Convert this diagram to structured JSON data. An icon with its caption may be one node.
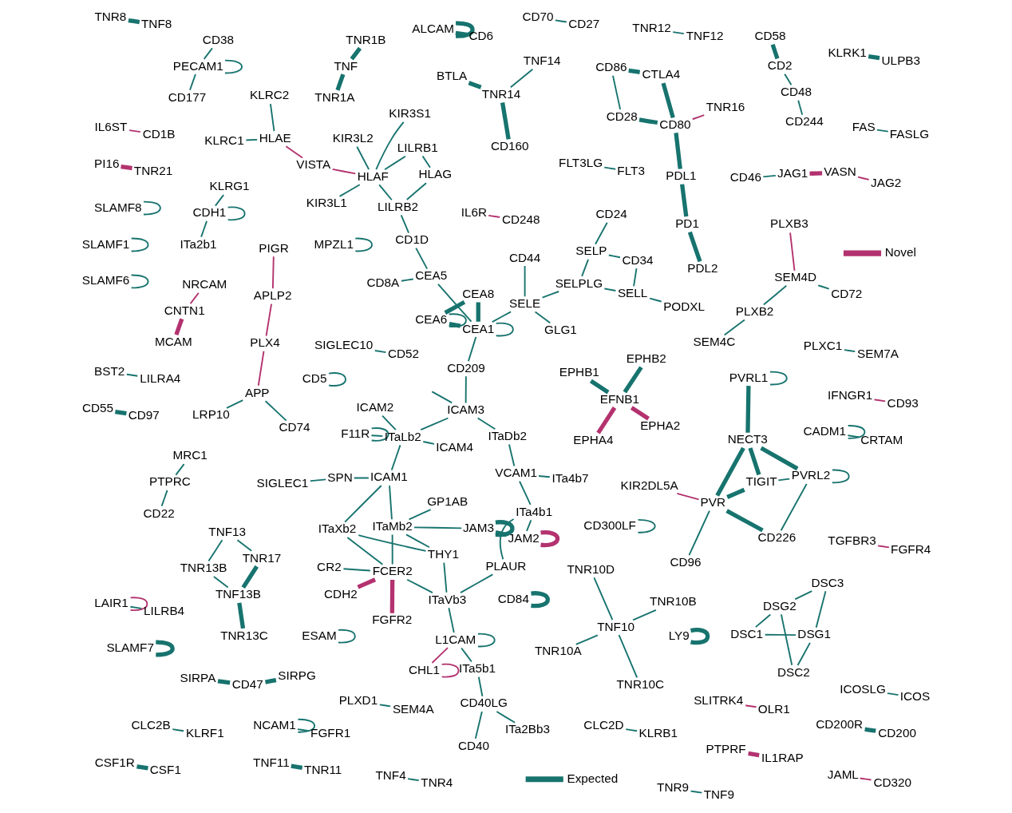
{
  "diagram": {
    "nodes": [
      {
        "text": [
          "CD70"
        ]
      },
      {
        "text": [
          "CD27"
        ]
      },
      {
        "text": [
          "CD5"
        ]
      },
      {
        "text": [
          "IFNGR1"
        ]
      },
      {
        "text": [
          "CD93"
        ]
      },
      {
        "text": [
          "IL6R"
        ]
      },
      {
        "text": [
          "CD248"
        ]
      },
      {
        "text": [
          "BST2"
        ]
      },
      {
        "text": [
          "LILRA4"
        ]
      },
      {
        "text": [
          "SLAMF7"
        ]
      },
      {
        "text": [
          "SLAMF8"
        ]
      },
      {
        "text": [
          "CD46"
        ]
      },
      {
        "text": [
          "JAG1"
        ]
      },
      {
        "text": [
          "JAG2"
        ]
      },
      {
        "text": [
          "VASN"
        ]
      },
      {
        "text": [
          "CD84"
        ]
      },
      {
        "text": [
          "SIRPA"
        ]
      },
      {
        "text": [
          "SIRPG"
        ]
      },
      {
        "text": [
          "CD47"
        ]
      },
      {
        "text": [
          "MPZL1"
        ]
      },
      {
        "text": [
          "CD86"
        ]
      },
      {
        "text": [
          "CTLA4"
        ]
      },
      {
        "text": [
          "CD28"
        ]
      },
      {
        "text": [
          "CD80"
        ]
      },
      {
        "text": [
          "TNR16"
        ]
      },
      {
        "text": [
          "PDL1"
        ]
      },
      {
        "text": [
          "PD1"
        ]
      },
      {
        "text": [
          "PDL2"
        ]
      },
      {
        "text": [
          "ESAM"
        ]
      },
      {
        "text": [
          "CDH1"
        ]
      },
      {
        "text": [
          "KLRG1"
        ]
      },
      {
        "text": [
          "ITa2b1"
        ]
      },
      {
        "text": [
          "SLAMF1"
        ]
      },
      {
        "text": [
          "LAIR1"
        ]
      },
      {
        "text": [
          "LILRB4"
        ]
      },
      {
        "text": [
          "PI16"
        ]
      },
      {
        "text": [
          "TNR21"
        ]
      },
      {
        "text": [
          "SIGLEC10"
        ]
      },
      {
        "text": [
          "CD52"
        ]
      },
      {
        "text": [
          "SLITRK4"
        ]
      },
      {
        "text": [
          "OLR1"
        ]
      },
      {
        "text": [
          "TNR13C"
        ]
      },
      {
        "text": [
          "TNF13B"
        ]
      },
      {
        "text": [
          "TNR13B"
        ]
      },
      {
        "text": [
          "TNF13"
        ]
      },
      {
        "text": [
          "TNR17"
        ]
      },
      {
        "text": [
          "FLT3LG"
        ]
      },
      {
        "text": [
          "FLT3"
        ]
      },
      {
        "text": [
          "PLXD1"
        ]
      },
      {
        "text": [
          "SEM4A"
        ]
      },
      {
        "text": [
          "PTPRC"
        ]
      },
      {
        "text": [
          "MRC1"
        ]
      },
      {
        "text": [
          "CD22"
        ]
      },
      {
        "text": [
          "ALCAM"
        ]
      },
      {
        "text": [
          "CD6"
        ]
      },
      {
        "text": [
          "CD2"
        ]
      },
      {
        "text": [
          "CD48"
        ]
      },
      {
        "text": [
          "CD244"
        ]
      },
      {
        "text": [
          "CD58"
        ]
      },
      {
        "text": [
          "CLC2D"
        ]
      },
      {
        "text": [
          "KLRB1"
        ]
      },
      {
        "text": [
          "TNR8"
        ]
      },
      {
        "text": [
          "TNF8"
        ]
      },
      {
        "text": [
          "IL6ST"
        ]
      },
      {
        "text": [
          "CD1B"
        ]
      },
      {
        "text": [
          "CLC2B"
        ]
      },
      {
        "text": [
          "KLRF1"
        ]
      },
      {
        "text": [
          "TNF"
        ]
      },
      {
        "text": [
          "TNR1B"
        ]
      },
      {
        "text": [
          "TNR1A"
        ]
      },
      {
        "text": [
          "CSF1R"
        ]
      },
      {
        "text": [
          "CSF1"
        ]
      },
      {
        "text": [
          "CD55"
        ]
      },
      {
        "text": [
          "CD97"
        ]
      },
      {
        "text": [
          "NCAM1"
        ]
      },
      {
        "text": [
          "FGFR1"
        ]
      },
      {
        "text": [
          "PECAM1"
        ]
      },
      {
        "text": [
          "CD38"
        ]
      },
      {
        "text": [
          "CD177"
        ]
      },
      {
        "text": [
          "TNF11"
        ]
      },
      {
        "text": [
          "TNR11"
        ]
      },
      {
        "text": [
          "CNTN1"
        ]
      },
      {
        "text": [
          "NRCAM"
        ]
      },
      {
        "text": [
          "MCAM"
        ]
      },
      {
        "text": [
          "CADM1"
        ]
      },
      {
        "text": [
          "CRTAM"
        ]
      },
      {
        "text": [
          "PLXC1"
        ]
      },
      {
        "text": [
          "SEM7A"
        ]
      },
      {
        "text": [
          "JAML"
        ]
      },
      {
        "text": [
          "CD320"
        ]
      },
      {
        "text": [
          "PTPRF"
        ]
      },
      {
        "text": [
          "IL1RAP"
        ]
      },
      {
        "text": [
          "LY9"
        ]
      },
      {
        "text": [
          "DSC1"
        ]
      },
      {
        "text": [
          "DSG1"
        ]
      },
      {
        "text": [
          "DSC2"
        ]
      },
      {
        "text": [
          "DSG2"
        ]
      },
      {
        "text": [
          "DSC3"
        ]
      },
      {
        "text": [
          "ICOSLG"
        ]
      },
      {
        "text": [
          "ICOS"
        ]
      },
      {
        "text": [
          "CD200R"
        ]
      },
      {
        "text": [
          "CD200"
        ]
      },
      {
        "text": [
          "EFNB1"
        ]
      },
      {
        "text": [
          "EPHA2"
        ]
      },
      {
        "text": [
          "EPHA4"
        ]
      },
      {
        "text": [
          "EPHB1"
        ]
      },
      {
        "text": [
          "EPHB2"
        ]
      },
      {
        "text": [
          "TNF4"
        ]
      },
      {
        "text": [
          "TNR4"
        ]
      },
      {
        "text": [
          "TGFBR3"
        ]
      },
      {
        "text": [
          "FGFR4"
        ]
      },
      {
        "text": [
          "TNR9"
        ]
      },
      {
        "text": [
          "TNF9"
        ]
      },
      {
        "text": [
          "KIR2DL5A"
        ]
      },
      {
        "text": [
          "PVR"
        ]
      },
      {
        "text": [
          "CD96"
        ]
      },
      {
        "text": [
          "PVRL1"
        ]
      },
      {
        "text": [
          "NECT3"
        ]
      },
      {
        "text": [
          "TIGIT"
        ]
      },
      {
        "text": [
          "CD226"
        ]
      },
      {
        "text": [
          "PVRL2"
        ]
      },
      {
        "text": [
          "SLAMF6"
        ]
      },
      {
        "text": [
          "LRP10"
        ]
      },
      {
        "text": [
          "APP"
        ]
      },
      {
        "text": [
          "CD74"
        ]
      },
      {
        "text": [
          "PLX4"
        ]
      },
      {
        "text": [
          "APLP2"
        ]
      },
      {
        "text": [
          "PIGR"
        ]
      },
      {
        "text": [
          "TNR10A"
        ]
      },
      {
        "text": [
          "TNF10"
        ]
      },
      {
        "text": [
          "TNR10C"
        ]
      },
      {
        "text": [
          "TNR10D"
        ]
      },
      {
        "text": [
          "TNR10B"
        ]
      },
      {
        "text": [
          "CD300LF"
        ]
      },
      {
        "text": [
          "KLRK1"
        ]
      },
      {
        "text": [
          "ULPB3"
        ]
      },
      {
        "text": [
          "FAS"
        ]
      },
      {
        "text": [
          "FASLG"
        ]
      },
      {
        "text": [
          "BTLA"
        ]
      },
      {
        "text": [
          "TNF14"
        ]
      },
      {
        "text": [
          "CD160"
        ]
      },
      {
        "text": [
          "TNR14"
        ]
      },
      {
        "text": [
          "TNR12"
        ]
      },
      {
        "text": [
          "TNF12"
        ]
      },
      {
        "text": [
          "SEM4C"
        ]
      },
      {
        "text": [
          "CD72"
        ]
      },
      {
        "text": [
          "PLXB2"
        ]
      },
      {
        "text": [
          "PLXB3"
        ]
      },
      {
        "text": [
          "SEM4D"
        ]
      },
      {
        "text": [
          "CD40"
        ]
      },
      {
        "text": [
          "CD40LG"
        ]
      },
      {
        "text": [
          "ITa2Bb3"
        ]
      },
      {
        "text": [
          "ITa5b1"
        ]
      },
      {
        "text": [
          "L1CAM"
        ]
      },
      {
        "text": [
          "CHL1"
        ]
      },
      {
        "text": [
          "ITaVb3"
        ]
      },
      {
        "text": [
          "FGFR2"
        ]
      },
      {
        "text": [
          "CR2"
        ]
      },
      {
        "text": [
          "CDH2"
        ]
      },
      {
        "text": [
          "FCER2"
        ]
      },
      {
        "text": [
          "THY1"
        ]
      },
      {
        "text": [
          "GP1AB"
        ]
      },
      {
        "text": [
          "JAM3"
        ]
      },
      {
        "text": [
          "JAM2"
        ]
      },
      {
        "text": [
          "PLAUR"
        ]
      },
      {
        "text": [
          "ITaMb2"
        ]
      },
      {
        "text": [
          "ITaXb2"
        ]
      },
      {
        "text": [
          "F11R"
        ]
      },
      {
        "text": [
          "ICAM1"
        ]
      },
      {
        "text": [
          "SPN"
        ]
      },
      {
        "text": [
          "SIGLEC1"
        ]
      },
      {
        "text": [
          "ICAM2"
        ]
      },
      {
        "text": [
          "ICAM4"
        ]
      },
      {
        "text": [
          "ITaLb2"
        ]
      },
      {
        "text": [
          "ITa4b1"
        ]
      },
      {
        "text": [
          "ITa4b7"
        ]
      },
      {
        "text": [
          "VCAM1"
        ]
      },
      {
        "text": [
          "ITaDb2"
        ]
      },
      {
        "text": [
          "ICAM3"
        ]
      },
      {
        "text": [
          "CD209"
        ]
      },
      {
        "text": [
          "KLRC1"
        ]
      },
      {
        "text": [
          "KLRC2"
        ]
      },
      {
        "text": [
          "HLAE"
        ]
      },
      {
        "text": [
          "VISTA"
        ]
      },
      {
        "text": [
          "HLAF"
        ]
      },
      {
        "text": [
          "KIR3L2"
        ]
      },
      {
        "text": [
          "KIR3S1"
        ]
      },
      {
        "text": [
          "KIR3L1"
        ]
      },
      {
        "text": [
          "LILRB1"
        ]
      },
      {
        "text": [
          "HLAG"
        ]
      },
      {
        "text": [
          "LILRB2"
        ]
      },
      {
        "text": [
          "CD1D"
        ]
      },
      {
        "text": [
          "CD24"
        ]
      },
      {
        "text": [
          "CD34"
        ]
      },
      {
        "text": [
          "SELP"
        ]
      },
      {
        "text": [
          "PODXL"
        ]
      },
      {
        "text": [
          "SELL"
        ]
      },
      {
        "text": [
          "SELPLG"
        ]
      },
      {
        "text": [
          "GLG1"
        ]
      },
      {
        "text": [
          "CD44"
        ]
      },
      {
        "text": [
          "SELE"
        ]
      },
      {
        "text": [
          "CEA8"
        ]
      },
      {
        "text": [
          "CEA6"
        ]
      },
      {
        "text": [
          "CEA1"
        ]
      },
      {
        "text": [
          "CEA5"
        ]
      },
      {
        "text": [
          "CD8A"
        ]
      }
    ],
    "edges": [
      {
        "from": 0,
        "to": 1,
        "arrow": "none"
      },
      {
        "from": 2,
        "to": 2,
        "arrow": "none"
      },
      {
        "from": 3,
        "to": 4,
        "arrow": "none",
        "color": "#b3326f"
      },
      {
        "from": 5,
        "to": 6,
        "arrow": "none",
        "color": "#b3326f"
      },
      {
        "from": 7,
        "to": 8,
        "arrow": "none"
      },
      {
        "from": 9,
        "to": 9,
        "arrow": "none",
        "style": "thick"
      },
      {
        "from": 10,
        "to": 10,
        "arrow": "none"
      },
      {
        "from": 11,
        "to": 12,
        "arrow": "none"
      },
      {
        "from": 13,
        "to": 14,
        "arrow": "none",
        "color": "#b3326f"
      },
      {
        "from": 14,
        "to": 12,
        "arrow": "none",
        "style": "thick",
        "color": "#b3326f"
      },
      {
        "from": 15,
        "to": 15,
        "arrow": "none",
        "style": "thick"
      },
      {
        "from": 16,
        "to": 18,
        "arrow": "none",
        "style": "thick"
      },
      {
        "from": 17,
        "to": 18,
        "arrow": "none",
        "style": "thick"
      },
      {
        "from": 19,
        "to": 19,
        "arrow": "none"
      },
      {
        "from": 20,
        "to": 21,
        "arrow": "none",
        "style": "thick"
      },
      {
        "from": 20,
        "to": 22,
        "arrow": "none"
      },
      {
        "from": 21,
        "to": 23,
        "arrow": "none",
        "style": "thick"
      },
      {
        "from": 22,
        "to": 23,
        "arrow": "none",
        "style": "thick"
      },
      {
        "from": 24,
        "to": 23,
        "arrow": "none",
        "color": "#b3326f"
      },
      {
        "from": 25,
        "to": 23,
        "arrow": "none",
        "style": "thick"
      },
      {
        "from": 27,
        "to": 26,
        "arrow": "none",
        "style": "thick"
      },
      {
        "from": 26,
        "to": 25,
        "arrow": "none",
        "style": "thick"
      },
      {
        "from": 28,
        "to": 28,
        "arrow": "none"
      },
      {
        "from": 29,
        "to": 29,
        "arrow": "none"
      },
      {
        "from": 30,
        "to": 29,
        "arrow": "none"
      },
      {
        "from": 29,
        "to": 31,
        "arrow": "none"
      },
      {
        "from": 32,
        "to": 32,
        "arrow": "none"
      },
      {
        "from": 33,
        "to": 33,
        "arrow": "none",
        "color": "#b3326f"
      },
      {
        "from": 34,
        "to": 33,
        "arrow": "none"
      },
      {
        "from": 35,
        "to": 36,
        "arrow": "none",
        "style": "thick",
        "color": "#b3326f"
      },
      {
        "from": 37,
        "to": 38,
        "arrow": "none"
      },
      {
        "from": 39,
        "to": 40,
        "arrow": "none",
        "color": "#b3326f"
      },
      {
        "from": 41,
        "to": 42,
        "arrow": "none",
        "style": "thick"
      },
      {
        "from": 42,
        "to": 43,
        "arrow": "none"
      },
      {
        "from": 42,
        "to": 45,
        "arrow": "none",
        "style": "thick"
      },
      {
        "from": 43,
        "to": 44,
        "arrow": "none"
      },
      {
        "from": 44,
        "to": 45,
        "arrow": "none"
      },
      {
        "from": 46,
        "to": 47,
        "arrow": "none"
      },
      {
        "from": 48,
        "to": 49,
        "arrow": "none"
      },
      {
        "from": 50,
        "to": 51,
        "arrow": "none"
      },
      {
        "from": 50,
        "to": 52,
        "arrow": "none"
      },
      {
        "from": 53,
        "to": 53,
        "arrow": "none",
        "style": "thick"
      },
      {
        "from": 53,
        "to": 54,
        "arrow": "none",
        "style": "thick"
      },
      {
        "from": 55,
        "to": 56,
        "arrow": "none"
      },
      {
        "from": 56,
        "to": 57,
        "arrow": "none"
      },
      {
        "from": 55,
        "to": 58,
        "arrow": "none",
        "style": "thick"
      },
      {
        "from": 59,
        "to": 60,
        "arrow": "none"
      },
      {
        "from": 61,
        "to": 62,
        "arrow": "none",
        "style": "thick"
      },
      {
        "from": 63,
        "to": 64,
        "arrow": "none",
        "color": "#b3326f"
      },
      {
        "from": 65,
        "to": 66,
        "arrow": "none"
      },
      {
        "from": 67,
        "to": 68,
        "arrow": "none",
        "style": "thick"
      },
      {
        "from": 67,
        "to": 69,
        "arrow": "none",
        "style": "thick"
      },
      {
        "from": 70,
        "to": 71,
        "arrow": "none",
        "style": "thick"
      },
      {
        "from": 72,
        "to": 73,
        "arrow": "none",
        "style": "thick"
      },
      {
        "from": 74,
        "to": 74,
        "arrow": "none"
      },
      {
        "from": 74,
        "to": 75,
        "arrow": "none"
      },
      {
        "from": 76,
        "to": 76,
        "arrow": "none"
      },
      {
        "from": 76,
        "to": 77,
        "arrow": "none"
      },
      {
        "from": 76,
        "to": 78,
        "arrow": "none"
      },
      {
        "from": 79,
        "to": 80,
        "arrow": "none",
        "style": "thick"
      },
      {
        "from": 81,
        "to": 82,
        "arrow": "none",
        "color": "#b3326f"
      },
      {
        "from": 81,
        "to": 83,
        "arrow": "none",
        "style": "thick",
        "color": "#b3326f"
      },
      {
        "from": 84,
        "to": 84,
        "arrow": "none"
      },
      {
        "from": 84,
        "to": 85,
        "arrow": "none"
      },
      {
        "from": 86,
        "to": 87,
        "arrow": "none"
      },
      {
        "from": 88,
        "to": 89,
        "arrow": "none",
        "color": "#b3326f"
      },
      {
        "from": 90,
        "to": 91,
        "arrow": "none",
        "style": "thick",
        "color": "#b3326f"
      },
      {
        "from": 92,
        "to": 92,
        "arrow": "none",
        "style": "thick"
      },
      {
        "from": 93,
        "to": 94,
        "arrow": "none"
      },
      {
        "from": 93,
        "to": 96,
        "arrow": "none"
      },
      {
        "from": 94,
        "to": 95,
        "arrow": "none"
      },
      {
        "from": 94,
        "to": 97,
        "arrow": "none"
      },
      {
        "from": 96,
        "to": 95,
        "arrow": "none"
      },
      {
        "from": 96,
        "to": 97,
        "arrow": "none"
      },
      {
        "from": 98,
        "to": 99,
        "arrow": "none"
      },
      {
        "from": 100,
        "to": 101,
        "arrow": "none",
        "style": "thick"
      },
      {
        "from": 102,
        "to": 103,
        "arrow": "none",
        "style": "thick",
        "color": "#b3326f"
      },
      {
        "from": 102,
        "to": 104,
        "arrow": "none",
        "style": "thick",
        "color": "#b3326f"
      },
      {
        "from": 102,
        "to": 105,
        "arrow": "none",
        "style": "thick"
      },
      {
        "from": 102,
        "to": 106,
        "arrow": "none",
        "style": "thick"
      },
      {
        "from": 107,
        "to": 108,
        "arrow": "none"
      },
      {
        "from": 109,
        "to": 110,
        "arrow": "none",
        "color": "#b3326f"
      },
      {
        "from": 111,
        "to": 112,
        "arrow": "none"
      },
      {
        "from": 113,
        "to": 114,
        "arrow": "none",
        "color": "#b3326f"
      },
      {
        "from": 114,
        "to": 115,
        "arrow": "none"
      },
      {
        "from": 114,
        "to": 119,
        "arrow": "none",
        "style": "thick"
      },
      {
        "from": 116,
        "to": 116,
        "arrow": "none"
      },
      {
        "from": 116,
        "to": 117,
        "arrow": "none",
        "style": "thick"
      },
      {
        "from": 117,
        "to": 114,
        "arrow": "none",
        "style": "thick"
      },
      {
        "from": 117,
        "to": 118,
        "arrow": "none",
        "style": "thick"
      },
      {
        "from": 117,
        "to": 120,
        "arrow": "none",
        "style": "thick"
      },
      {
        "from": 114,
        "to": 118,
        "arrow": "none",
        "style": "thick"
      },
      {
        "from": 118,
        "to": 120,
        "arrow": "none"
      },
      {
        "from": 120,
        "to": 120,
        "arrow": "none"
      },
      {
        "from": 119,
        "to": 120,
        "arrow": "none"
      },
      {
        "from": 121,
        "to": 121,
        "arrow": "none"
      },
      {
        "from": 122,
        "to": 123,
        "arrow": "none"
      },
      {
        "from": 123,
        "to": 124,
        "arrow": "none"
      },
      {
        "from": 123,
        "to": 125,
        "arrow": "none",
        "color": "#b3326f"
      },
      {
        "from": 125,
        "to": 126,
        "arrow": "none",
        "color": "#b3326f"
      },
      {
        "from": 126,
        "to": 127,
        "arrow": "none",
        "color": "#b3326f"
      },
      {
        "from": 128,
        "to": 129,
        "arrow": "none"
      },
      {
        "from": 129,
        "to": 130,
        "arrow": "none"
      },
      {
        "from": 129,
        "to": 131,
        "arrow": "none"
      },
      {
        "from": 129,
        "to": 132,
        "arrow": "none"
      },
      {
        "from": 133,
        "to": 133,
        "arrow": "none"
      },
      {
        "from": 134,
        "to": 135,
        "arrow": "none",
        "style": "thick"
      },
      {
        "from": 136,
        "to": 137,
        "arrow": "none"
      },
      {
        "from": 138,
        "to": 141,
        "arrow": "none",
        "style": "thick"
      },
      {
        "from": 139,
        "to": 141,
        "arrow": "none"
      },
      {
        "from": 140,
        "to": 141,
        "arrow": "none",
        "style": "thick"
      },
      {
        "from": 142,
        "to": 143,
        "arrow": "none"
      },
      {
        "from": 144,
        "to": 146,
        "arrow": "none"
      },
      {
        "from": 145,
        "to": 148,
        "arrow": "none"
      },
      {
        "from": 146,
        "to": 148,
        "arrow": "none"
      },
      {
        "from": 147,
        "to": 148,
        "arrow": "none",
        "color": "#b3326f"
      },
      {
        "from": 149,
        "to": 150,
        "arrow": "none"
      },
      {
        "from": 150,
        "to": 151,
        "arrow": "none"
      },
      {
        "from": 150,
        "to": 152,
        "arrow": "none"
      },
      {
        "from": 152,
        "to": 153,
        "arrow": "none"
      },
      {
        "from": 153,
        "to": 153,
        "arrow": "none"
      },
      {
        "from": 154,
        "to": 154,
        "arrow": "none",
        "color": "#b3326f"
      },
      {
        "from": 154,
        "to": 153,
        "arrow": "none",
        "color": "#b3326f"
      },
      {
        "from": 153,
        "to": 155,
        "arrow": "none"
      },
      {
        "from": 156,
        "to": 159,
        "arrow": "none",
        "style": "thick",
        "color": "#b3326f"
      },
      {
        "from": 157,
        "to": 159,
        "arrow": "none"
      },
      {
        "from": 158,
        "to": 159,
        "arrow": "none",
        "style": "thick",
        "color": "#b3326f"
      },
      {
        "from": 155,
        "to": 159,
        "arrow": "none"
      },
      {
        "from": 155,
        "to": 160,
        "arrow": "none"
      },
      {
        "from": 155,
        "to": 164,
        "arrow": "none"
      },
      {
        "from": 160,
        "to": 165,
        "arrow": "none"
      },
      {
        "from": 160,
        "to": 166,
        "arrow": "none"
      },
      {
        "from": 159,
        "to": 165,
        "arrow": "none"
      },
      {
        "from": 159,
        "to": 166,
        "arrow": "none"
      },
      {
        "from": 161,
        "to": 165,
        "arrow": "none"
      },
      {
        "from": 162,
        "to": 162,
        "arrow": "none",
        "style": "thick"
      },
      {
        "from": 162,
        "to": 165,
        "arrow": "none"
      },
      {
        "from": 163,
        "to": 163,
        "arrow": "none",
        "style": "thick",
        "color": "#b3326f"
      },
      {
        "from": 163,
        "to": 162,
        "arrow": "none",
        "style": "thick"
      },
      {
        "from": 163,
        "to": 174,
        "arrow": "none"
      },
      {
        "from": 164,
        "to": 174,
        "arrow": "none"
      },
      {
        "from": 165,
        "to": 168,
        "arrow": "none"
      },
      {
        "from": 166,
        "to": 168,
        "arrow": "none"
      },
      {
        "from": 167,
        "to": 167,
        "arrow": "none"
      },
      {
        "from": 167,
        "to": 173,
        "arrow": "none"
      },
      {
        "from": 168,
        "to": 173,
        "arrow": "none"
      },
      {
        "from": 169,
        "to": 168,
        "arrow": "none"
      },
      {
        "from": 169,
        "to": 170,
        "arrow": "none"
      },
      {
        "from": 171,
        "to": 173,
        "arrow": "none"
      },
      {
        "from": 172,
        "to": 173,
        "arrow": "none"
      },
      {
        "from": 173,
        "to": 178,
        "arrow": "none"
      },
      {
        "from": 174,
        "to": 176,
        "arrow": "none"
      },
      {
        "from": 175,
        "to": 176,
        "arrow": "none"
      },
      {
        "from": 176,
        "to": 177,
        "arrow": "none"
      },
      {
        "from": 177,
        "to": 178,
        "arrow": "none"
      },
      {
        "from": null,
        "to": 178,
        "arrow": "none"
      },
      {
        "from": 178,
        "to": 179,
        "arrow": "none"
      },
      {
        "from": 180,
        "to": 182,
        "arrow": "none"
      },
      {
        "from": 181,
        "to": 182,
        "arrow": "none"
      },
      {
        "from": 182,
        "to": 183,
        "arrow": "none",
        "color": "#b3326f"
      },
      {
        "from": 183,
        "to": 184,
        "arrow": "none",
        "color": "#b3326f"
      },
      {
        "from": 185,
        "to": 184,
        "arrow": "none"
      },
      {
        "from": 186,
        "to": 184,
        "arrow": "none"
      },
      {
        "from": 184,
        "to": 187,
        "arrow": "none"
      },
      {
        "from": 188,
        "to": 184,
        "arrow": "none"
      },
      {
        "from": 188,
        "to": 189,
        "arrow": "none"
      },
      {
        "from": 189,
        "to": 190,
        "arrow": "none"
      },
      {
        "from": 184,
        "to": 190,
        "arrow": "none"
      },
      {
        "from": 190,
        "to": 191,
        "arrow": "none"
      },
      {
        "from": 191,
        "to": 204,
        "arrow": "none"
      },
      {
        "from": 192,
        "to": 194,
        "arrow": "none"
      },
      {
        "from": 193,
        "to": 194,
        "arrow": "none"
      },
      {
        "from": 193,
        "to": 196,
        "arrow": "none"
      },
      {
        "from": 195,
        "to": 196,
        "arrow": "none"
      },
      {
        "from": 196,
        "to": 197,
        "arrow": "none"
      },
      {
        "from": 194,
        "to": 197,
        "arrow": "none"
      },
      {
        "from": 197,
        "to": 200,
        "arrow": "none"
      },
      {
        "from": 198,
        "to": 200,
        "arrow": "none"
      },
      {
        "from": 199,
        "to": 200,
        "arrow": "none"
      },
      {
        "from": 200,
        "to": 203,
        "arrow": "none"
      },
      {
        "from": 202,
        "to": 202,
        "arrow": "none"
      },
      {
        "from": 201,
        "to": 202,
        "arrow": "none",
        "style": "thick"
      },
      {
        "from": 201,
        "to": 203,
        "arrow": "none",
        "style": "thick"
      },
      {
        "from": 202,
        "to": 203,
        "arrow": "none",
        "style": "thick"
      },
      {
        "from": 203,
        "to": 203,
        "arrow": "none"
      },
      {
        "from": 204,
        "to": 203,
        "arrow": "none"
      },
      {
        "from": 204,
        "to": 205,
        "arrow": "none"
      },
      {
        "from": 203,
        "to": 179,
        "arrow": "none"
      }
    ],
    "legend": [
      {
        "text": "Expected",
        "color": "#17736e"
      },
      {
        "text": "Novel",
        "color": "#b3326f"
      }
    ]
  }
}
